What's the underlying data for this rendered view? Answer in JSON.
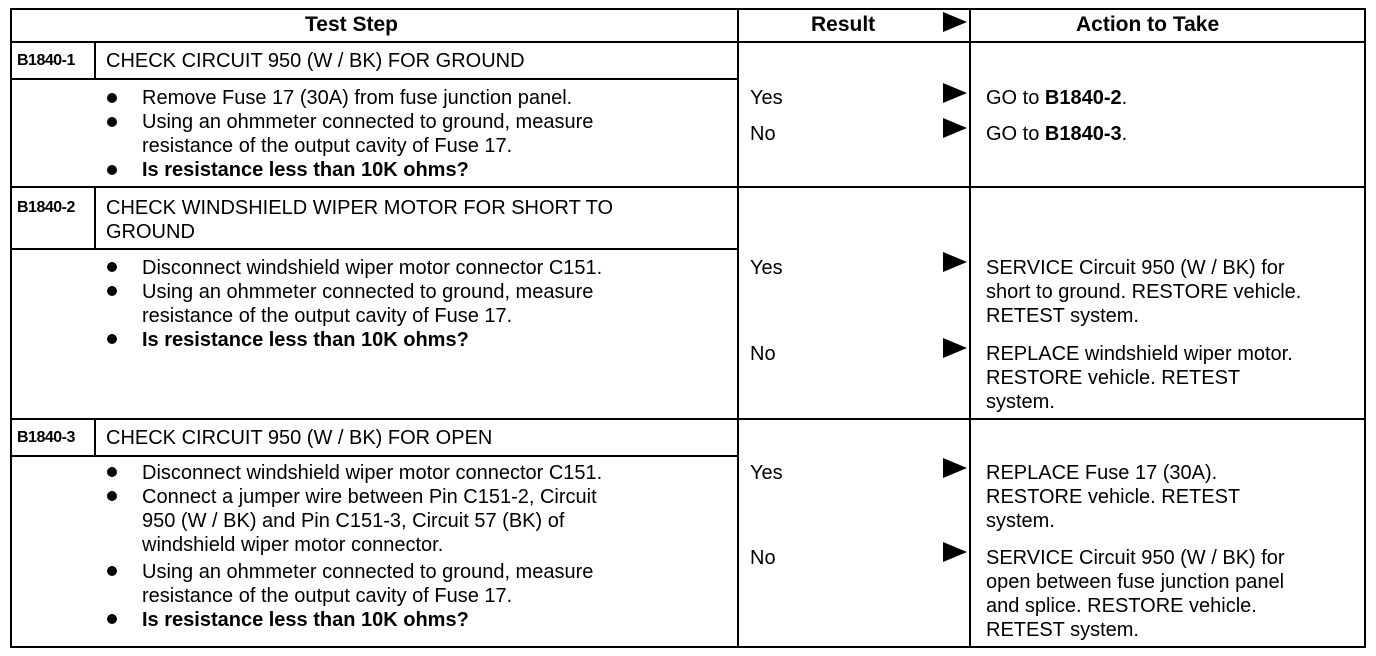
{
  "header": {
    "test_step": "Test Step",
    "result": "Result",
    "action": "Action to Take"
  },
  "steps": [
    {
      "id": "B1840-1",
      "title": [
        "CHECK CIRCUIT 950 (W / BK) FOR GROUND"
      ],
      "bullets": [
        [
          "Remove Fuse 17 (30A) from fuse junction panel."
        ],
        [
          "Using an ohmmeter connected to ground, measure",
          "resistance of the output cavity of Fuse 17."
        ],
        [
          "Is resistance less than 10K ohms?"
        ]
      ],
      "results": [
        {
          "label": "Yes",
          "action_prefix": "GO to ",
          "action_ref": "B1840-2",
          "action_suffix": "."
        },
        {
          "label": "No",
          "action_prefix": "GO to ",
          "action_ref": "B1840-3",
          "action_suffix": "."
        }
      ]
    },
    {
      "id": "B1840-2",
      "title": [
        "CHECK WINDSHIELD WIPER MOTOR FOR SHORT TO",
        "GROUND"
      ],
      "bullets": [
        [
          "Disconnect windshield wiper motor connector C151."
        ],
        [
          "Using an ohmmeter connected to ground, measure",
          "resistance of the output cavity of Fuse 17."
        ],
        [
          "Is resistance less than 10K ohms?"
        ]
      ],
      "results": [
        {
          "label": "Yes",
          "action": [
            "SERVICE Circuit 950 (W / BK) for",
            "short to ground. RESTORE vehicle.",
            "RETEST system."
          ]
        },
        {
          "label": "No",
          "action": [
            "REPLACE windshield wiper motor.",
            "RESTORE vehicle. RETEST",
            "system."
          ]
        }
      ]
    },
    {
      "id": "B1840-3",
      "title": [
        "CHECK CIRCUIT 950 (W / BK) FOR OPEN"
      ],
      "bullets": [
        [
          "Disconnect windshield wiper motor connector C151."
        ],
        [
          "Connect a jumper wire between Pin C151-2, Circuit",
          "950 (W / BK) and Pin C151-3, Circuit 57 (BK) of",
          "windshield wiper motor connector."
        ],
        [
          "Using an ohmmeter connected to ground, measure",
          "resistance of the output cavity of Fuse 17."
        ],
        [
          "Is resistance less than 10K ohms?"
        ]
      ],
      "results": [
        {
          "label": "Yes",
          "action": [
            "REPLACE Fuse 17 (30A).",
            "RESTORE vehicle. RETEST",
            "system."
          ]
        },
        {
          "label": "No",
          "action": [
            "SERVICE Circuit 950 (W / BK) for",
            "open between fuse junction panel",
            "and splice. RESTORE vehicle.",
            "RETEST system."
          ]
        }
      ]
    }
  ]
}
